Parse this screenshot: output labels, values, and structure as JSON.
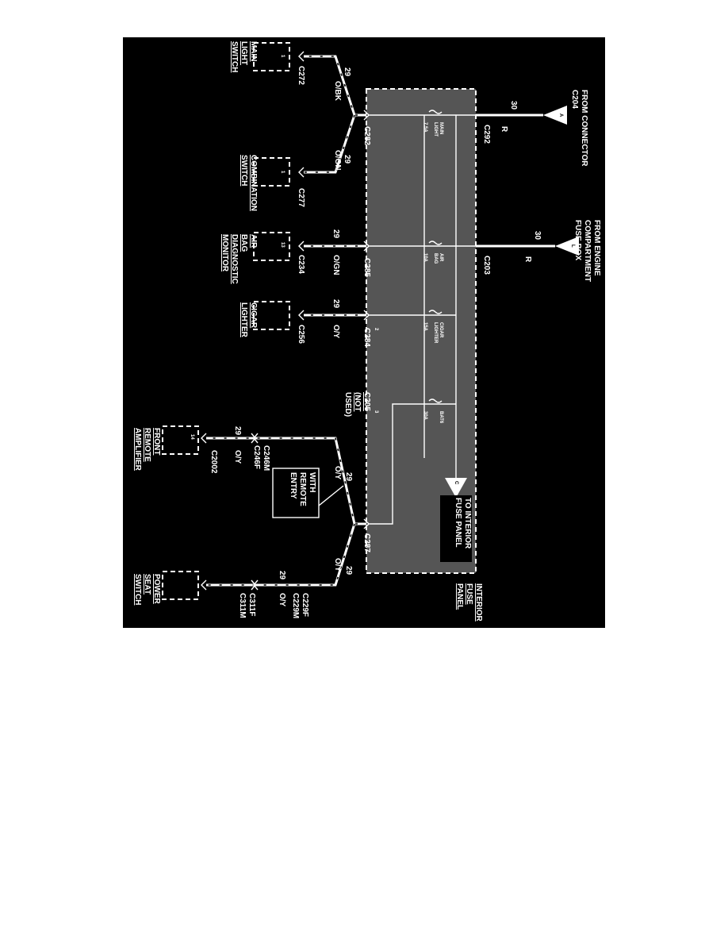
{
  "colors": {
    "background": "#000000",
    "lines": "#ffffff",
    "page": "#ffffff"
  },
  "top_inputs": [
    {
      "connector_pin": "A",
      "lines": [
        "FROM CONNECTOR",
        "C204"
      ],
      "wire_number": "30",
      "wire_color": "R",
      "connector": "C292"
    },
    {
      "connector_pin": "L",
      "lines": [
        "FROM ENGINE",
        "COMPARTMENT",
        "FUSE BOX"
      ],
      "wire_number": "30",
      "wire_color": "R",
      "connector": "C203"
    }
  ],
  "fuses": [
    {
      "name_lines": [
        "MAIN",
        "LIGHT"
      ],
      "rating": "7.5A",
      "pin": ""
    },
    {
      "name_lines": [
        "AIR",
        "BAG"
      ],
      "rating": "10A",
      "pin": ""
    },
    {
      "name_lines": [
        "CIGAR",
        "LIGHTER"
      ],
      "rating": "15A",
      "pin": "2"
    },
    {
      "name_lines": [
        "BAT6"
      ],
      "rating": "30A",
      "pin": "3"
    }
  ],
  "panel_label_lines": [
    "INTERIOR",
    "FUSE",
    "PANEL"
  ],
  "to_fuse_panel": {
    "pin": "C",
    "lines": [
      "TO INTERIOR",
      "FUSE PANEL"
    ]
  },
  "connectors": {
    "c282": "C282",
    "c285": "C285",
    "c284": "C284",
    "c287": "C287",
    "c205_lines": [
      "C205",
      "(NOT",
      "USED)"
    ]
  },
  "components": [
    {
      "id": "main_light_switch",
      "name_lines": [
        "MAIN",
        "LIGHT",
        "SWITCH"
      ],
      "connector": "C272",
      "pin": "1",
      "wire_number": "29",
      "wire_color": "O/BK"
    },
    {
      "id": "combination_switch",
      "name_lines": [
        "COMBINATION",
        "SWITCH"
      ],
      "connector": "C277",
      "pin": "1",
      "wire_number": "29",
      "wire_color": "O/GN"
    },
    {
      "id": "air_bag_monitor",
      "name_lines": [
        "AIR",
        "BAG",
        "DIAGNOSTIC",
        "MONITOR"
      ],
      "connector": "C234",
      "pin": "13",
      "wire_number": "29",
      "wire_color": "O/GN"
    },
    {
      "id": "cigar_lighter",
      "name_lines": [
        "CIGAR",
        "LIGHTER"
      ],
      "connector": "C256",
      "pin": "",
      "wire_number": "29",
      "wire_color": "O/Y"
    },
    {
      "id": "front_remote_amplifier",
      "name_lines": [
        "FRONT",
        "REMOTE",
        "AMPLIFIER"
      ],
      "connector": "C2002",
      "pin": "14",
      "wire_number": "29",
      "wire_color": "O/Y",
      "inline_lines": [
        "C246M",
        "C246F"
      ]
    },
    {
      "id": "power_seat_switch",
      "name_lines": [
        "POWER",
        "SEAT",
        "SWITCH"
      ],
      "connector_lines": [
        "C311F",
        "C311M"
      ],
      "pin": "",
      "wire_number": "29",
      "wire_color": "O/Y",
      "inline_lines": [
        "C229F",
        "C229M"
      ]
    }
  ],
  "splice_wires": {
    "remote_branch": {
      "wire_number": "29",
      "wire_color": "O/Y"
    },
    "seat_branch": {
      "wire_number": "29",
      "wire_color": "O/Y"
    }
  },
  "option_box_lines": [
    "WITH",
    "REMOTE",
    "ENTRY"
  ]
}
